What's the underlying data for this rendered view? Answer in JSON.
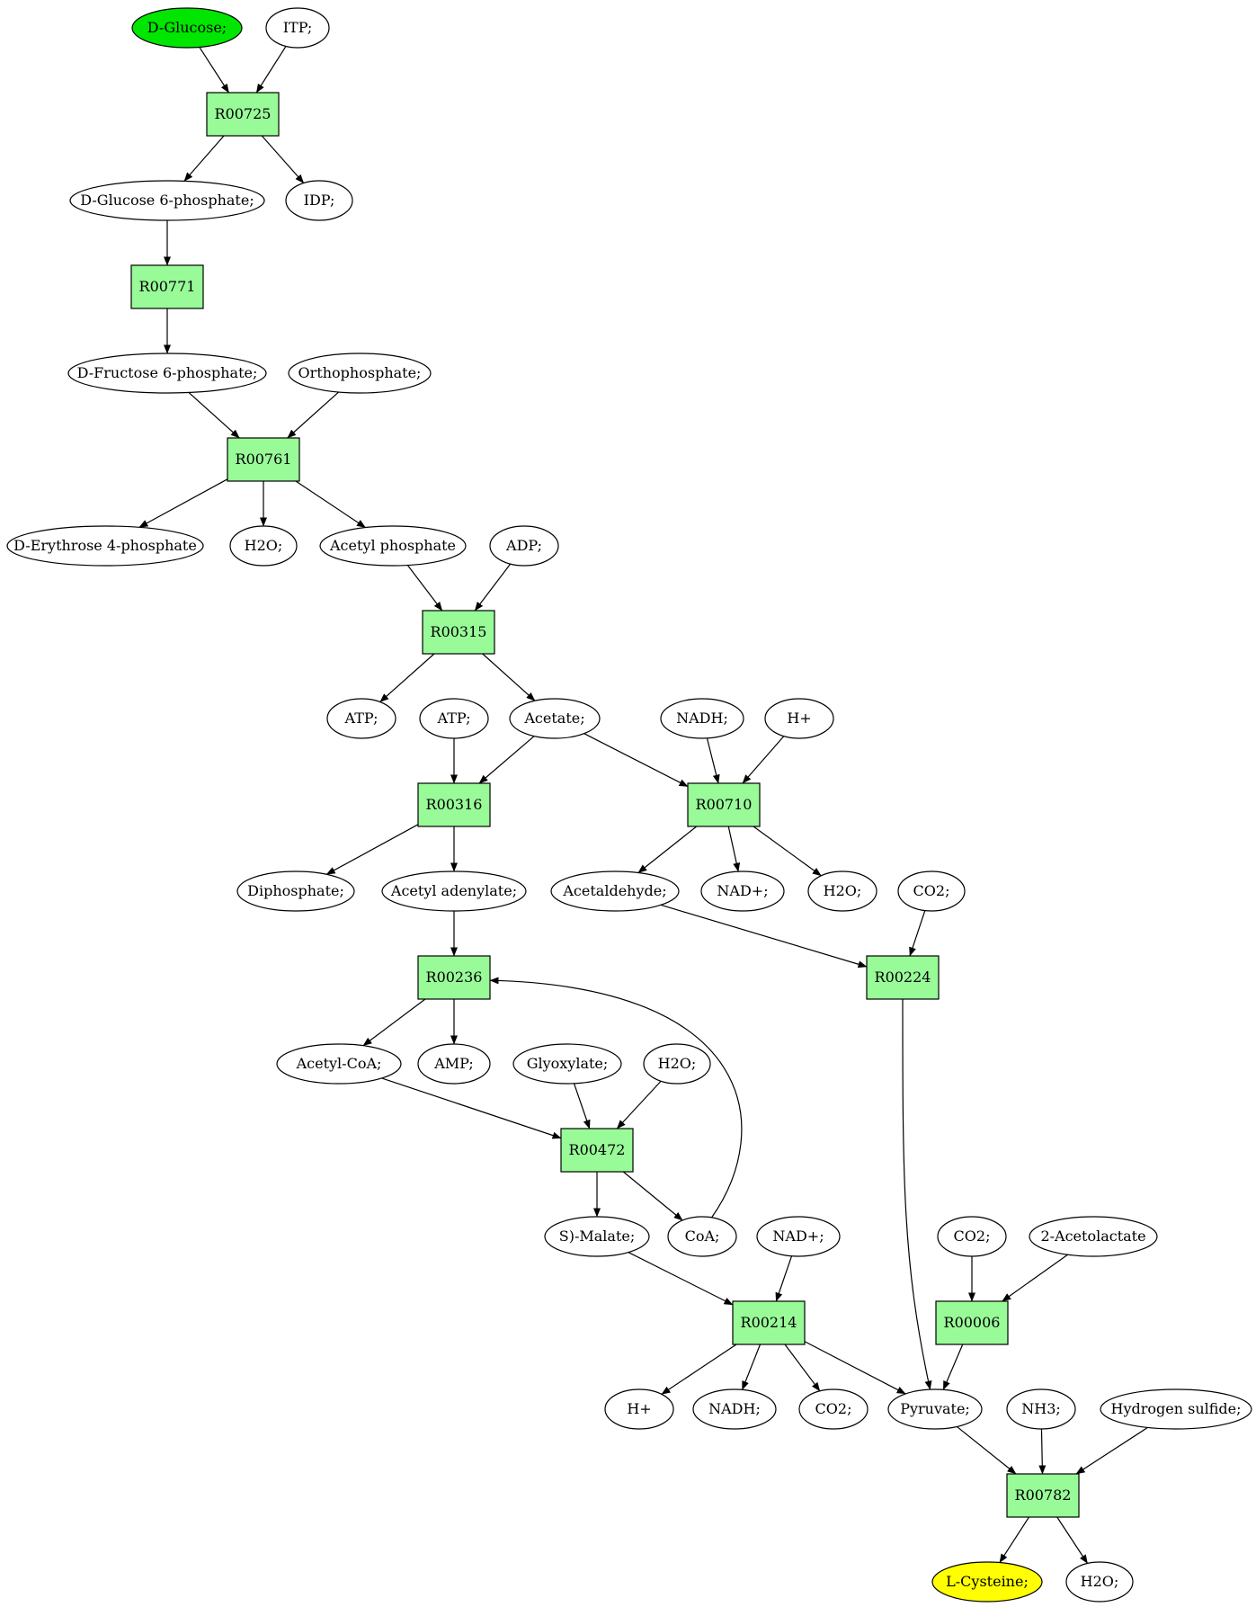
{
  "colors": {
    "compound_fill": "#ffffff",
    "reaction_fill": "#98fb98",
    "start_fill": "#00e600",
    "target_fill": "#ffff00",
    "stroke": "#000000"
  },
  "nodes": [
    {
      "id": "c_dglucose",
      "label": "D-Glucose;",
      "kind": "start"
    },
    {
      "id": "c_itp",
      "label": "ITP;",
      "kind": "compound"
    },
    {
      "id": "r_R00725",
      "label": "R00725",
      "kind": "reaction"
    },
    {
      "id": "c_g6p",
      "label": "D-Glucose 6-phosphate;",
      "kind": "compound"
    },
    {
      "id": "c_idp",
      "label": "IDP;",
      "kind": "compound"
    },
    {
      "id": "r_R00771",
      "label": "R00771",
      "kind": "reaction"
    },
    {
      "id": "c_f6p",
      "label": "D-Fructose 6-phosphate;",
      "kind": "compound"
    },
    {
      "id": "c_orthophosphate",
      "label": "Orthophosphate;",
      "kind": "compound"
    },
    {
      "id": "r_R00761",
      "label": "R00761",
      "kind": "reaction"
    },
    {
      "id": "c_e4p",
      "label": "D-Erythrose 4-phosphate",
      "kind": "compound"
    },
    {
      "id": "c_h2o_1",
      "label": "H2O;",
      "kind": "compound"
    },
    {
      "id": "c_acetylphosphate",
      "label": "Acetyl phosphate",
      "kind": "compound"
    },
    {
      "id": "c_adp",
      "label": "ADP;",
      "kind": "compound"
    },
    {
      "id": "r_R00315",
      "label": "R00315",
      "kind": "reaction"
    },
    {
      "id": "c_atp_1",
      "label": "ATP;",
      "kind": "compound"
    },
    {
      "id": "c_atp_2",
      "label": "ATP;",
      "kind": "compound"
    },
    {
      "id": "c_acetate",
      "label": "Acetate;",
      "kind": "compound"
    },
    {
      "id": "c_nadh_1",
      "label": "NADH;",
      "kind": "compound"
    },
    {
      "id": "c_hplus_1",
      "label": "H+",
      "kind": "compound"
    },
    {
      "id": "r_R00316",
      "label": "R00316",
      "kind": "reaction"
    },
    {
      "id": "r_R00710",
      "label": "R00710",
      "kind": "reaction"
    },
    {
      "id": "c_diphosphate",
      "label": "Diphosphate;",
      "kind": "compound"
    },
    {
      "id": "c_acetyladenylate",
      "label": "Acetyl adenylate;",
      "kind": "compound"
    },
    {
      "id": "c_acetaldehyde",
      "label": "Acetaldehyde;",
      "kind": "compound"
    },
    {
      "id": "c_nadplus_1",
      "label": "NAD+;",
      "kind": "compound"
    },
    {
      "id": "c_h2o_2",
      "label": "H2O;",
      "kind": "compound"
    },
    {
      "id": "c_co2_1",
      "label": "CO2;",
      "kind": "compound"
    },
    {
      "id": "r_R00236",
      "label": "R00236",
      "kind": "reaction"
    },
    {
      "id": "r_R00224",
      "label": "R00224",
      "kind": "reaction"
    },
    {
      "id": "c_acetylcoa",
      "label": "Acetyl-CoA;",
      "kind": "compound"
    },
    {
      "id": "c_amp",
      "label": "AMP;",
      "kind": "compound"
    },
    {
      "id": "c_glyoxylate",
      "label": "Glyoxylate;",
      "kind": "compound"
    },
    {
      "id": "c_h2o_3",
      "label": "H2O;",
      "kind": "compound"
    },
    {
      "id": "r_R00472",
      "label": "R00472",
      "kind": "reaction"
    },
    {
      "id": "c_smalate",
      "label": "S)-Malate;",
      "kind": "compound"
    },
    {
      "id": "c_coa",
      "label": "CoA;",
      "kind": "compound"
    },
    {
      "id": "c_nadplus_2",
      "label": "NAD+;",
      "kind": "compound"
    },
    {
      "id": "c_co2_2",
      "label": "CO2;",
      "kind": "compound"
    },
    {
      "id": "c_acetolactate",
      "label": "2-Acetolactate",
      "kind": "compound"
    },
    {
      "id": "r_R00214",
      "label": "R00214",
      "kind": "reaction"
    },
    {
      "id": "r_R00006",
      "label": "R00006",
      "kind": "reaction"
    },
    {
      "id": "c_hplus_2",
      "label": "H+",
      "kind": "compound"
    },
    {
      "id": "c_nadh_2",
      "label": "NADH;",
      "kind": "compound"
    },
    {
      "id": "c_co2_3",
      "label": "CO2;",
      "kind": "compound"
    },
    {
      "id": "c_pyruvate",
      "label": "Pyruvate;",
      "kind": "compound"
    },
    {
      "id": "c_nh3",
      "label": "NH3;",
      "kind": "compound"
    },
    {
      "id": "c_h2s",
      "label": "Hydrogen sulfide;",
      "kind": "compound"
    },
    {
      "id": "r_R00782",
      "label": "R00782",
      "kind": "reaction"
    },
    {
      "id": "c_lcysteine",
      "label": "L-Cysteine;",
      "kind": "target"
    },
    {
      "id": "c_h2o_4",
      "label": "H2O;",
      "kind": "compound"
    }
  ],
  "edges": [
    {
      "from": "c_dglucose",
      "to": "r_R00725"
    },
    {
      "from": "c_itp",
      "to": "r_R00725"
    },
    {
      "from": "r_R00725",
      "to": "c_g6p"
    },
    {
      "from": "r_R00725",
      "to": "c_idp"
    },
    {
      "from": "c_g6p",
      "to": "r_R00771"
    },
    {
      "from": "r_R00771",
      "to": "c_f6p"
    },
    {
      "from": "c_f6p",
      "to": "r_R00761"
    },
    {
      "from": "c_orthophosphate",
      "to": "r_R00761"
    },
    {
      "from": "r_R00761",
      "to": "c_e4p"
    },
    {
      "from": "r_R00761",
      "to": "c_h2o_1"
    },
    {
      "from": "r_R00761",
      "to": "c_acetylphosphate"
    },
    {
      "from": "c_acetylphosphate",
      "to": "r_R00315"
    },
    {
      "from": "c_adp",
      "to": "r_R00315"
    },
    {
      "from": "r_R00315",
      "to": "c_atp_1"
    },
    {
      "from": "r_R00315",
      "to": "c_acetate"
    },
    {
      "from": "c_atp_2",
      "to": "r_R00316"
    },
    {
      "from": "c_acetate",
      "to": "r_R00316"
    },
    {
      "from": "c_acetate",
      "to": "r_R00710"
    },
    {
      "from": "c_nadh_1",
      "to": "r_R00710"
    },
    {
      "from": "c_hplus_1",
      "to": "r_R00710"
    },
    {
      "from": "r_R00316",
      "to": "c_diphosphate"
    },
    {
      "from": "r_R00316",
      "to": "c_acetyladenylate"
    },
    {
      "from": "r_R00710",
      "to": "c_acetaldehyde"
    },
    {
      "from": "r_R00710",
      "to": "c_nadplus_1"
    },
    {
      "from": "r_R00710",
      "to": "c_h2o_2"
    },
    {
      "from": "c_acetyladenylate",
      "to": "r_R00236"
    },
    {
      "from": "c_acetaldehyde",
      "to": "r_R00224"
    },
    {
      "from": "c_co2_1",
      "to": "r_R00224"
    },
    {
      "from": "r_R00236",
      "to": "c_acetylcoa"
    },
    {
      "from": "r_R00236",
      "to": "c_amp"
    },
    {
      "from": "c_acetylcoa",
      "to": "r_R00472"
    },
    {
      "from": "c_glyoxylate",
      "to": "r_R00472"
    },
    {
      "from": "c_h2o_3",
      "to": "r_R00472"
    },
    {
      "from": "r_R00472",
      "to": "c_smalate"
    },
    {
      "from": "r_R00472",
      "to": "c_coa"
    },
    {
      "from": "c_coa",
      "to": "r_R00236",
      "curved": true
    },
    {
      "from": "c_smalate",
      "to": "r_R00214"
    },
    {
      "from": "c_nadplus_2",
      "to": "r_R00214"
    },
    {
      "from": "c_co2_2",
      "to": "r_R00006"
    },
    {
      "from": "c_acetolactate",
      "to": "r_R00006"
    },
    {
      "from": "r_R00214",
      "to": "c_hplus_2"
    },
    {
      "from": "r_R00214",
      "to": "c_nadh_2"
    },
    {
      "from": "r_R00214",
      "to": "c_co2_3"
    },
    {
      "from": "r_R00214",
      "to": "c_pyruvate"
    },
    {
      "from": "r_R00224",
      "to": "c_pyruvate",
      "curved": true
    },
    {
      "from": "r_R00006",
      "to": "c_pyruvate"
    },
    {
      "from": "c_pyruvate",
      "to": "r_R00782"
    },
    {
      "from": "c_nh3",
      "to": "r_R00782"
    },
    {
      "from": "c_h2s",
      "to": "r_R00782"
    },
    {
      "from": "r_R00782",
      "to": "c_lcysteine"
    },
    {
      "from": "r_R00782",
      "to": "c_h2o_4"
    }
  ]
}
